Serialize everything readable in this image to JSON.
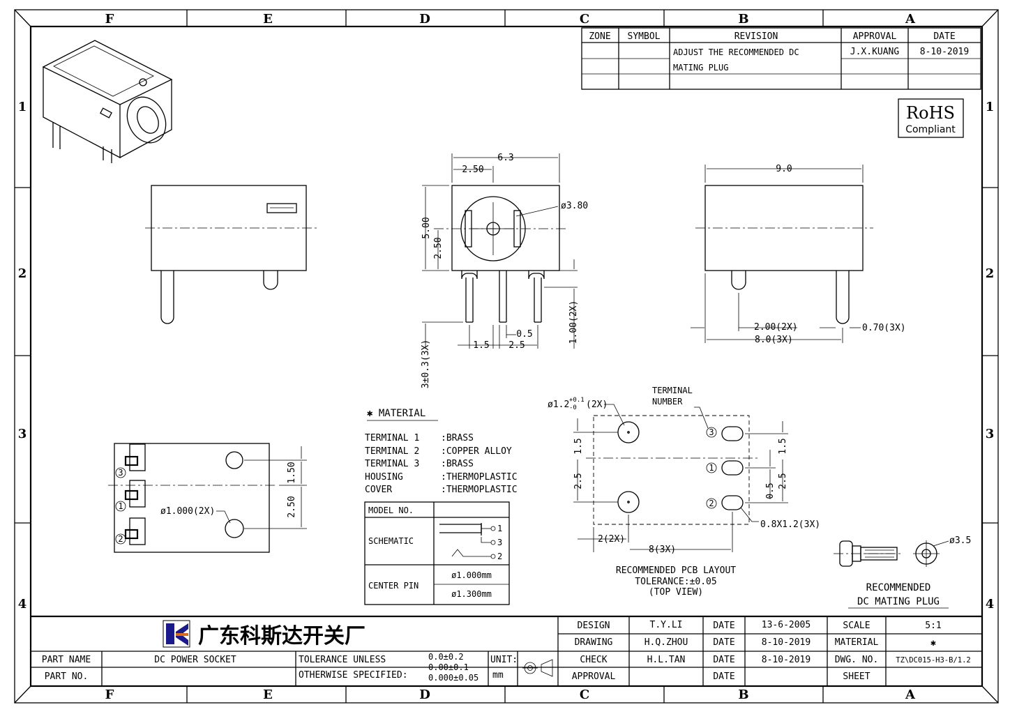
{
  "zones": {
    "columns": [
      "F",
      "E",
      "D",
      "C",
      "B",
      "A"
    ],
    "rows": [
      "1",
      "2",
      "3",
      "4"
    ]
  },
  "revision_table": {
    "headers": [
      "ZONE",
      "SYMBOL",
      "REVISION",
      "APPROVAL",
      "DATE"
    ],
    "revision_line1": "ADJUST THE RECOMMENDED DC",
    "revision_line2": "MATING PLUG",
    "approval": "J.X.KUANG",
    "date": "8-10-2019"
  },
  "rohs": {
    "line1": "RoHS",
    "line2": "Compliant"
  },
  "front_view": {
    "width": "6.3",
    "left": "2.50",
    "height": "5.00",
    "half": "2.50",
    "hole": "ø3.80",
    "pin_len": "1.00(2X)",
    "pin_h": "3±0.3(3X)",
    "d1": "1.5",
    "d2": "2.5",
    "d3": "0.5"
  },
  "side_view": {
    "width": "9.0",
    "d1": "2.00(2X)",
    "d2": "8.0(3X)",
    "d3": "0.70(3X)"
  },
  "bottom_view": {
    "d1": "1.50",
    "d2": "2.50",
    "hole": "ø1.000(2X)",
    "terminals": [
      "3",
      "1",
      "2"
    ]
  },
  "material": {
    "title": "✱ MATERIAL",
    "rows": [
      {
        "name": "TERMINAL 1",
        "value": ":BRASS"
      },
      {
        "name": "TERMINAL 2",
        "value": ":COPPER ALLOY"
      },
      {
        "name": "TERMINAL 3",
        "value": ":BRASS"
      },
      {
        "name": "HOUSING",
        "value": ":THERMOPLASTIC"
      },
      {
        "name": "COVER",
        "value": ":THERMOPLASTIC"
      }
    ]
  },
  "model_table": {
    "model_no": "MODEL NO.",
    "schematic": "SCHEMATIC",
    "center_pin": "CENTER PIN",
    "pin1": "ø1.000mm",
    "pin2": "ø1.300mm",
    "sch_labels": [
      "1",
      "3",
      "2"
    ]
  },
  "pcb": {
    "hole": "ø1.2",
    "tol_up": "+0.1",
    "tol_dn": "-0",
    "hole_count": "(2X)",
    "terminal_line1": "TERMINAL",
    "terminal_line2": "NUMBER",
    "d_15_left": "1.5",
    "d_25_left": "2.5",
    "d_15_right": "1.5",
    "d_25_right": "2.5",
    "d_05_right": "0.5",
    "slot": "0.8X1.2(3X)",
    "d_2": "2(2X)",
    "d_8": "8(3X)",
    "terminals": [
      "3",
      "1",
      "2"
    ],
    "caption1": "RECOMMENDED PCB LAYOUT",
    "caption2": "TOLERANCE:±0.05",
    "caption3": "(TOP VIEW)"
  },
  "mating_plug": {
    "dia": "ø3.5",
    "line1": "RECOMMENDED",
    "line2": "DC MATING PLUG"
  },
  "title_block": {
    "company": "广东科斯达开关厂",
    "part_name_label": "PART NAME",
    "part_name": "DC POWER SOCKET",
    "part_no_label": "PART NO.",
    "tol_line1": "TOLERANCE UNLESS",
    "tol_line2": "OTHERWISE SPECIFIED:",
    "tol_v1": "0.0±0.2",
    "tol_v2": "0.00±0.1",
    "tol_v3": "0.000±0.05",
    "unit_label": "UNIT:",
    "unit": "mm",
    "design_label": "DESIGN",
    "design": "T.Y.LI",
    "design_date": "13-6-2005",
    "drawing_label": "DRAWING",
    "drawing": "H.Q.ZHOU",
    "drawing_date": "8-10-2019",
    "check_label": "CHECK",
    "check": "H.L.TAN",
    "check_date": "8-10-2019",
    "approval_label": "APPROVAL",
    "date_label": "DATE",
    "scale_label": "SCALE",
    "scale": "5:1",
    "material_label": "MATERIAL",
    "material": "✱",
    "dwg_label": "DWG. NO.",
    "dwg": "TZ\\DC015-H3-B/1.2",
    "sheet_label": "SHEET"
  }
}
